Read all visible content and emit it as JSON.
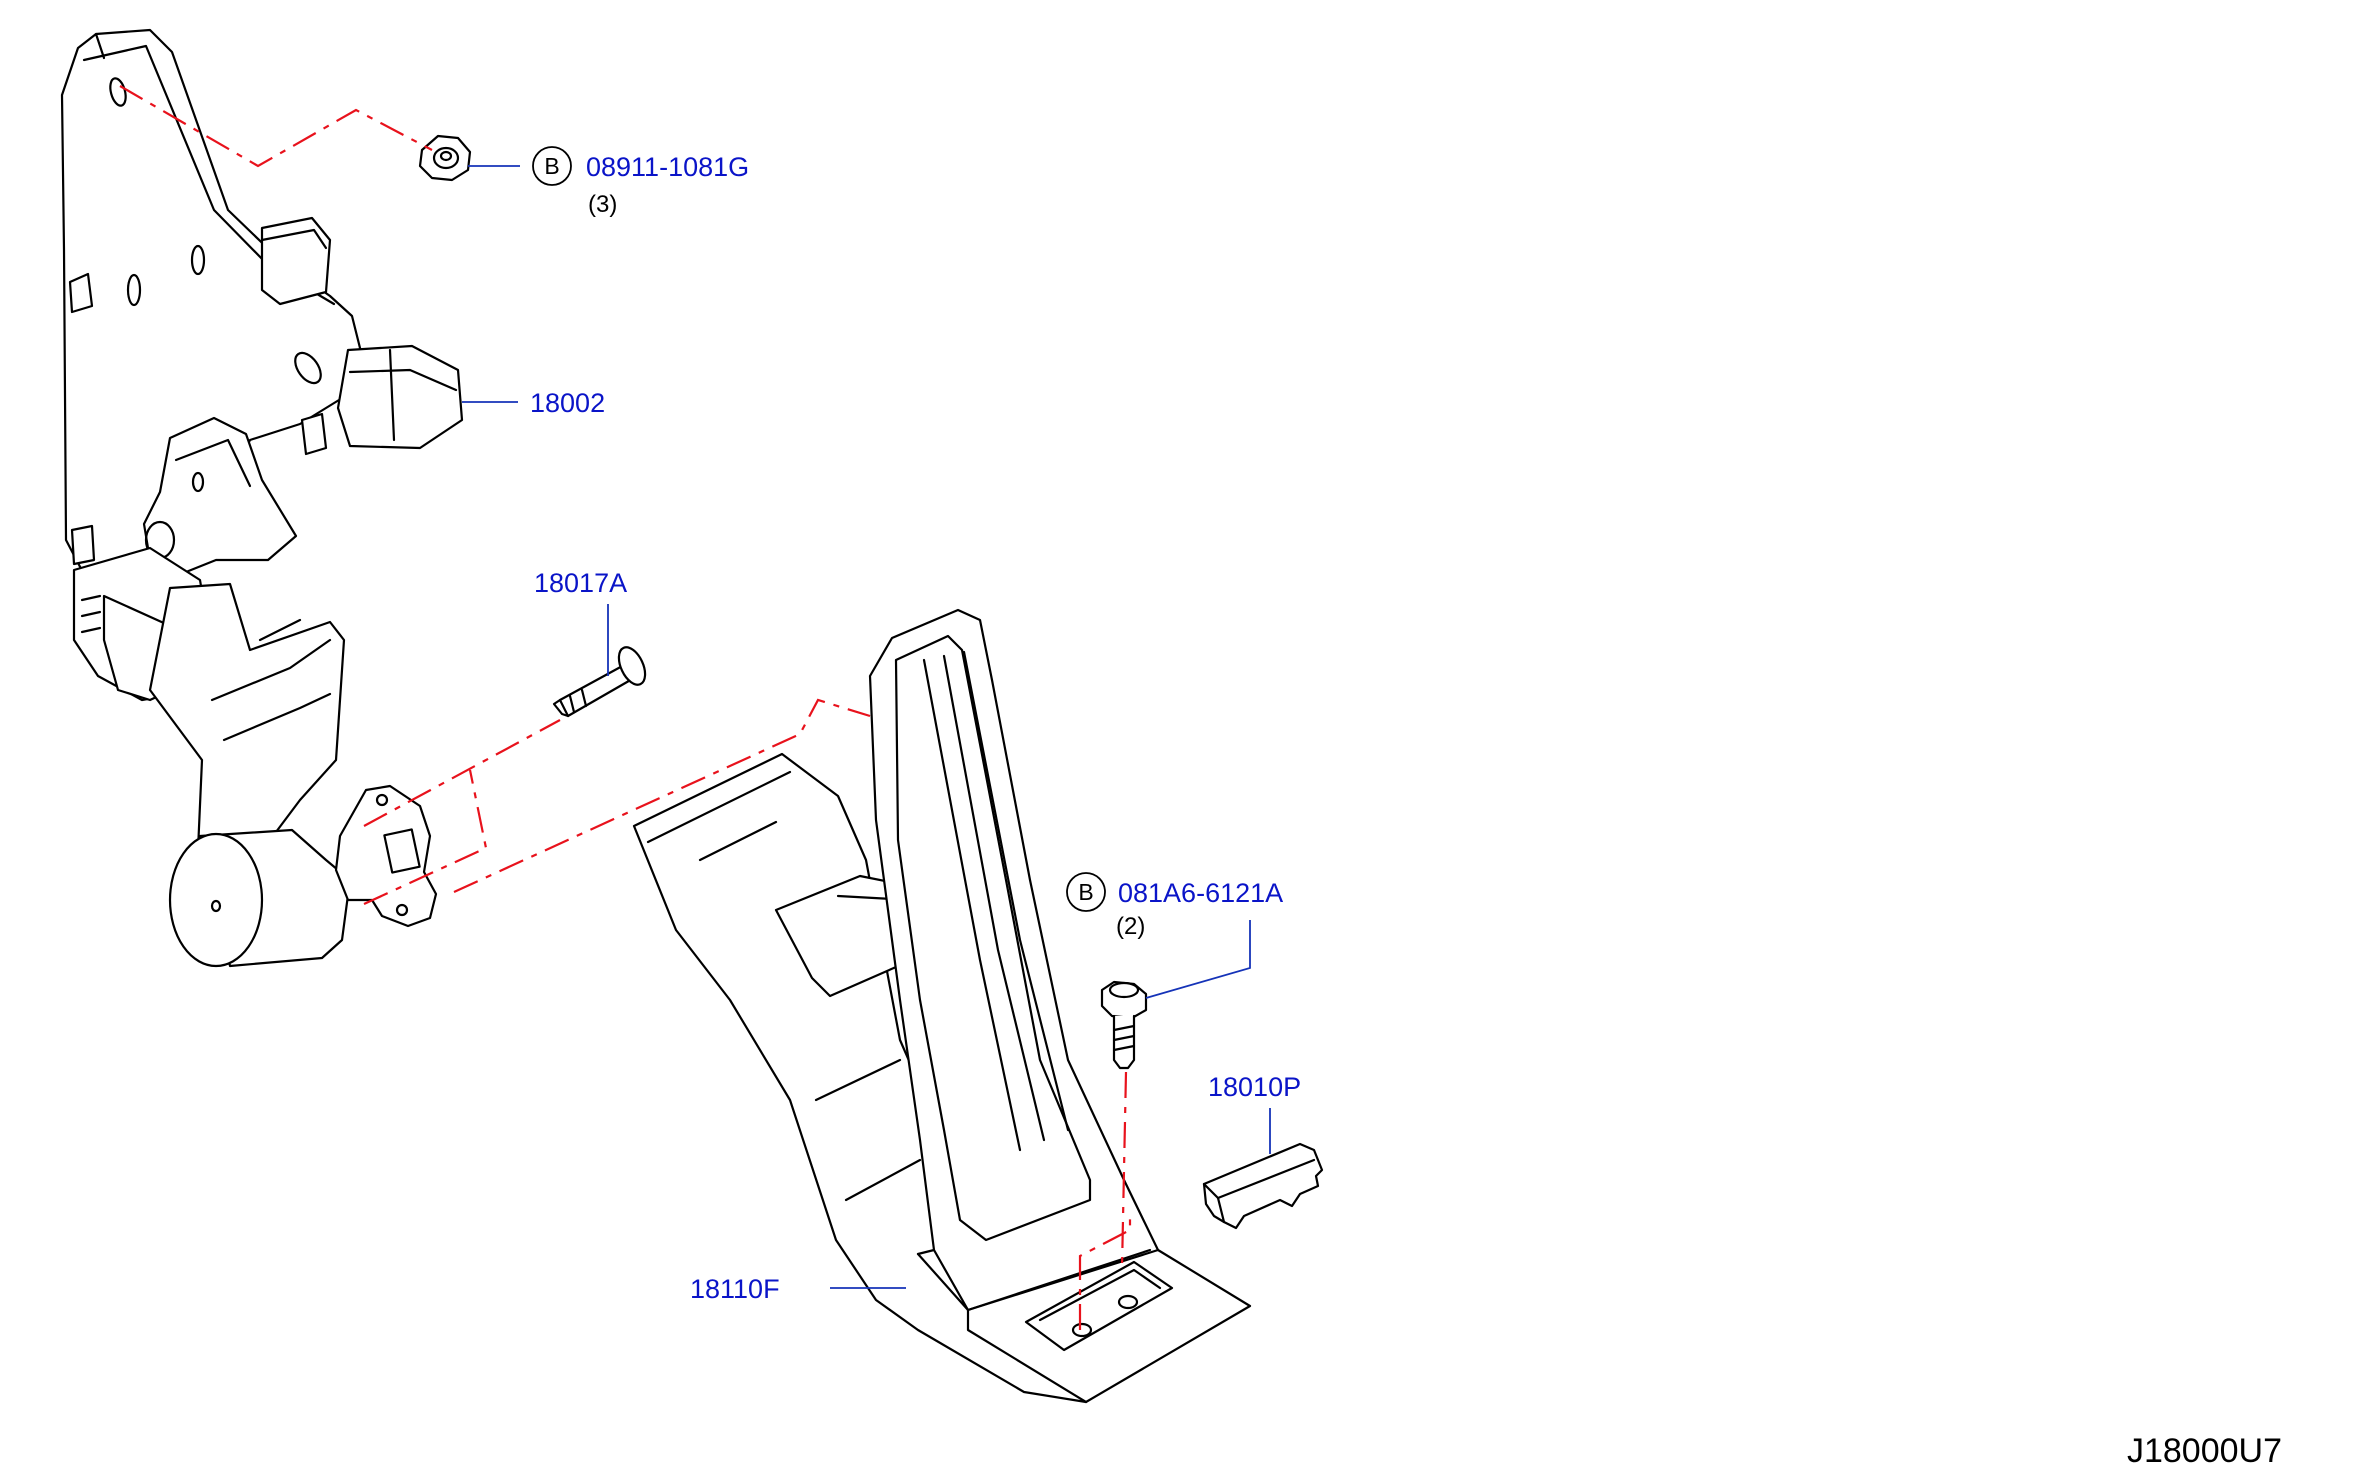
{
  "diagram_code": "J18000U7",
  "callouts": [
    {
      "id": "nut",
      "marker": "B",
      "part_number": "08911-1081G",
      "quantity": "(3)"
    },
    {
      "id": "pedal-bracket",
      "part_number": "18002"
    },
    {
      "id": "pin",
      "part_number": "18017A"
    },
    {
      "id": "bolt",
      "marker": "B",
      "part_number": "081A6-6121A",
      "quantity": "(2)"
    },
    {
      "id": "stopper",
      "part_number": "18010P"
    },
    {
      "id": "pedal-pad",
      "part_number": "18110F"
    }
  ]
}
